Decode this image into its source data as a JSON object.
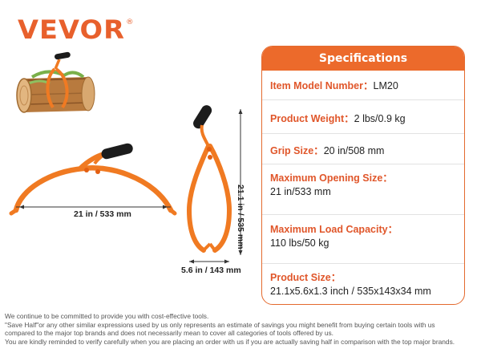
{
  "brand": {
    "name": "VEVOR",
    "mark": "®"
  },
  "dimensions": {
    "open_width": "21 in / 533 mm",
    "height": "21.1 in / 535 mm",
    "closed_width": "5.6 in / 143 mm"
  },
  "specs": {
    "title": "Specifications",
    "model_label": "Item Model Number：",
    "model_value": "LM20",
    "weight_label": "Product Weight：",
    "weight_value": "2 lbs/0.9 kg",
    "grip_label": "Grip Size：",
    "grip_value": "20 in/508 mm",
    "opening_label": "Maximum Opening Size：",
    "opening_value": "21 in/533 mm",
    "load_label": "Maximum Load Capacity：",
    "load_value": "110 lbs/50 kg",
    "size_label": "Product Size：",
    "size_value": "21.1x5.6x1.3 inch / 535x143x34 mm"
  },
  "disclaimer": {
    "line1": "We continue to be committed to provide you with cost-effective tools.",
    "line2": "\"Save Half\"or any other similar expressions used by us only represents an estimate of savings you might benefit from buying certain tools with us",
    "line3": "compared to the major top brands and does not necessarily mean to cover all categories of tools offered by us.",
    "line4": "You are kindly reminded to verify carefully when you are placing an order with us if you are actually saving half in comparison with the top major brands."
  },
  "colors": {
    "accent": "#ec6a2b",
    "tool": "#f07a22",
    "handle": "#1c1c1c"
  },
  "icons": [
    "log-with-tongs-image",
    "open-tongs-image",
    "closed-tongs-image"
  ]
}
